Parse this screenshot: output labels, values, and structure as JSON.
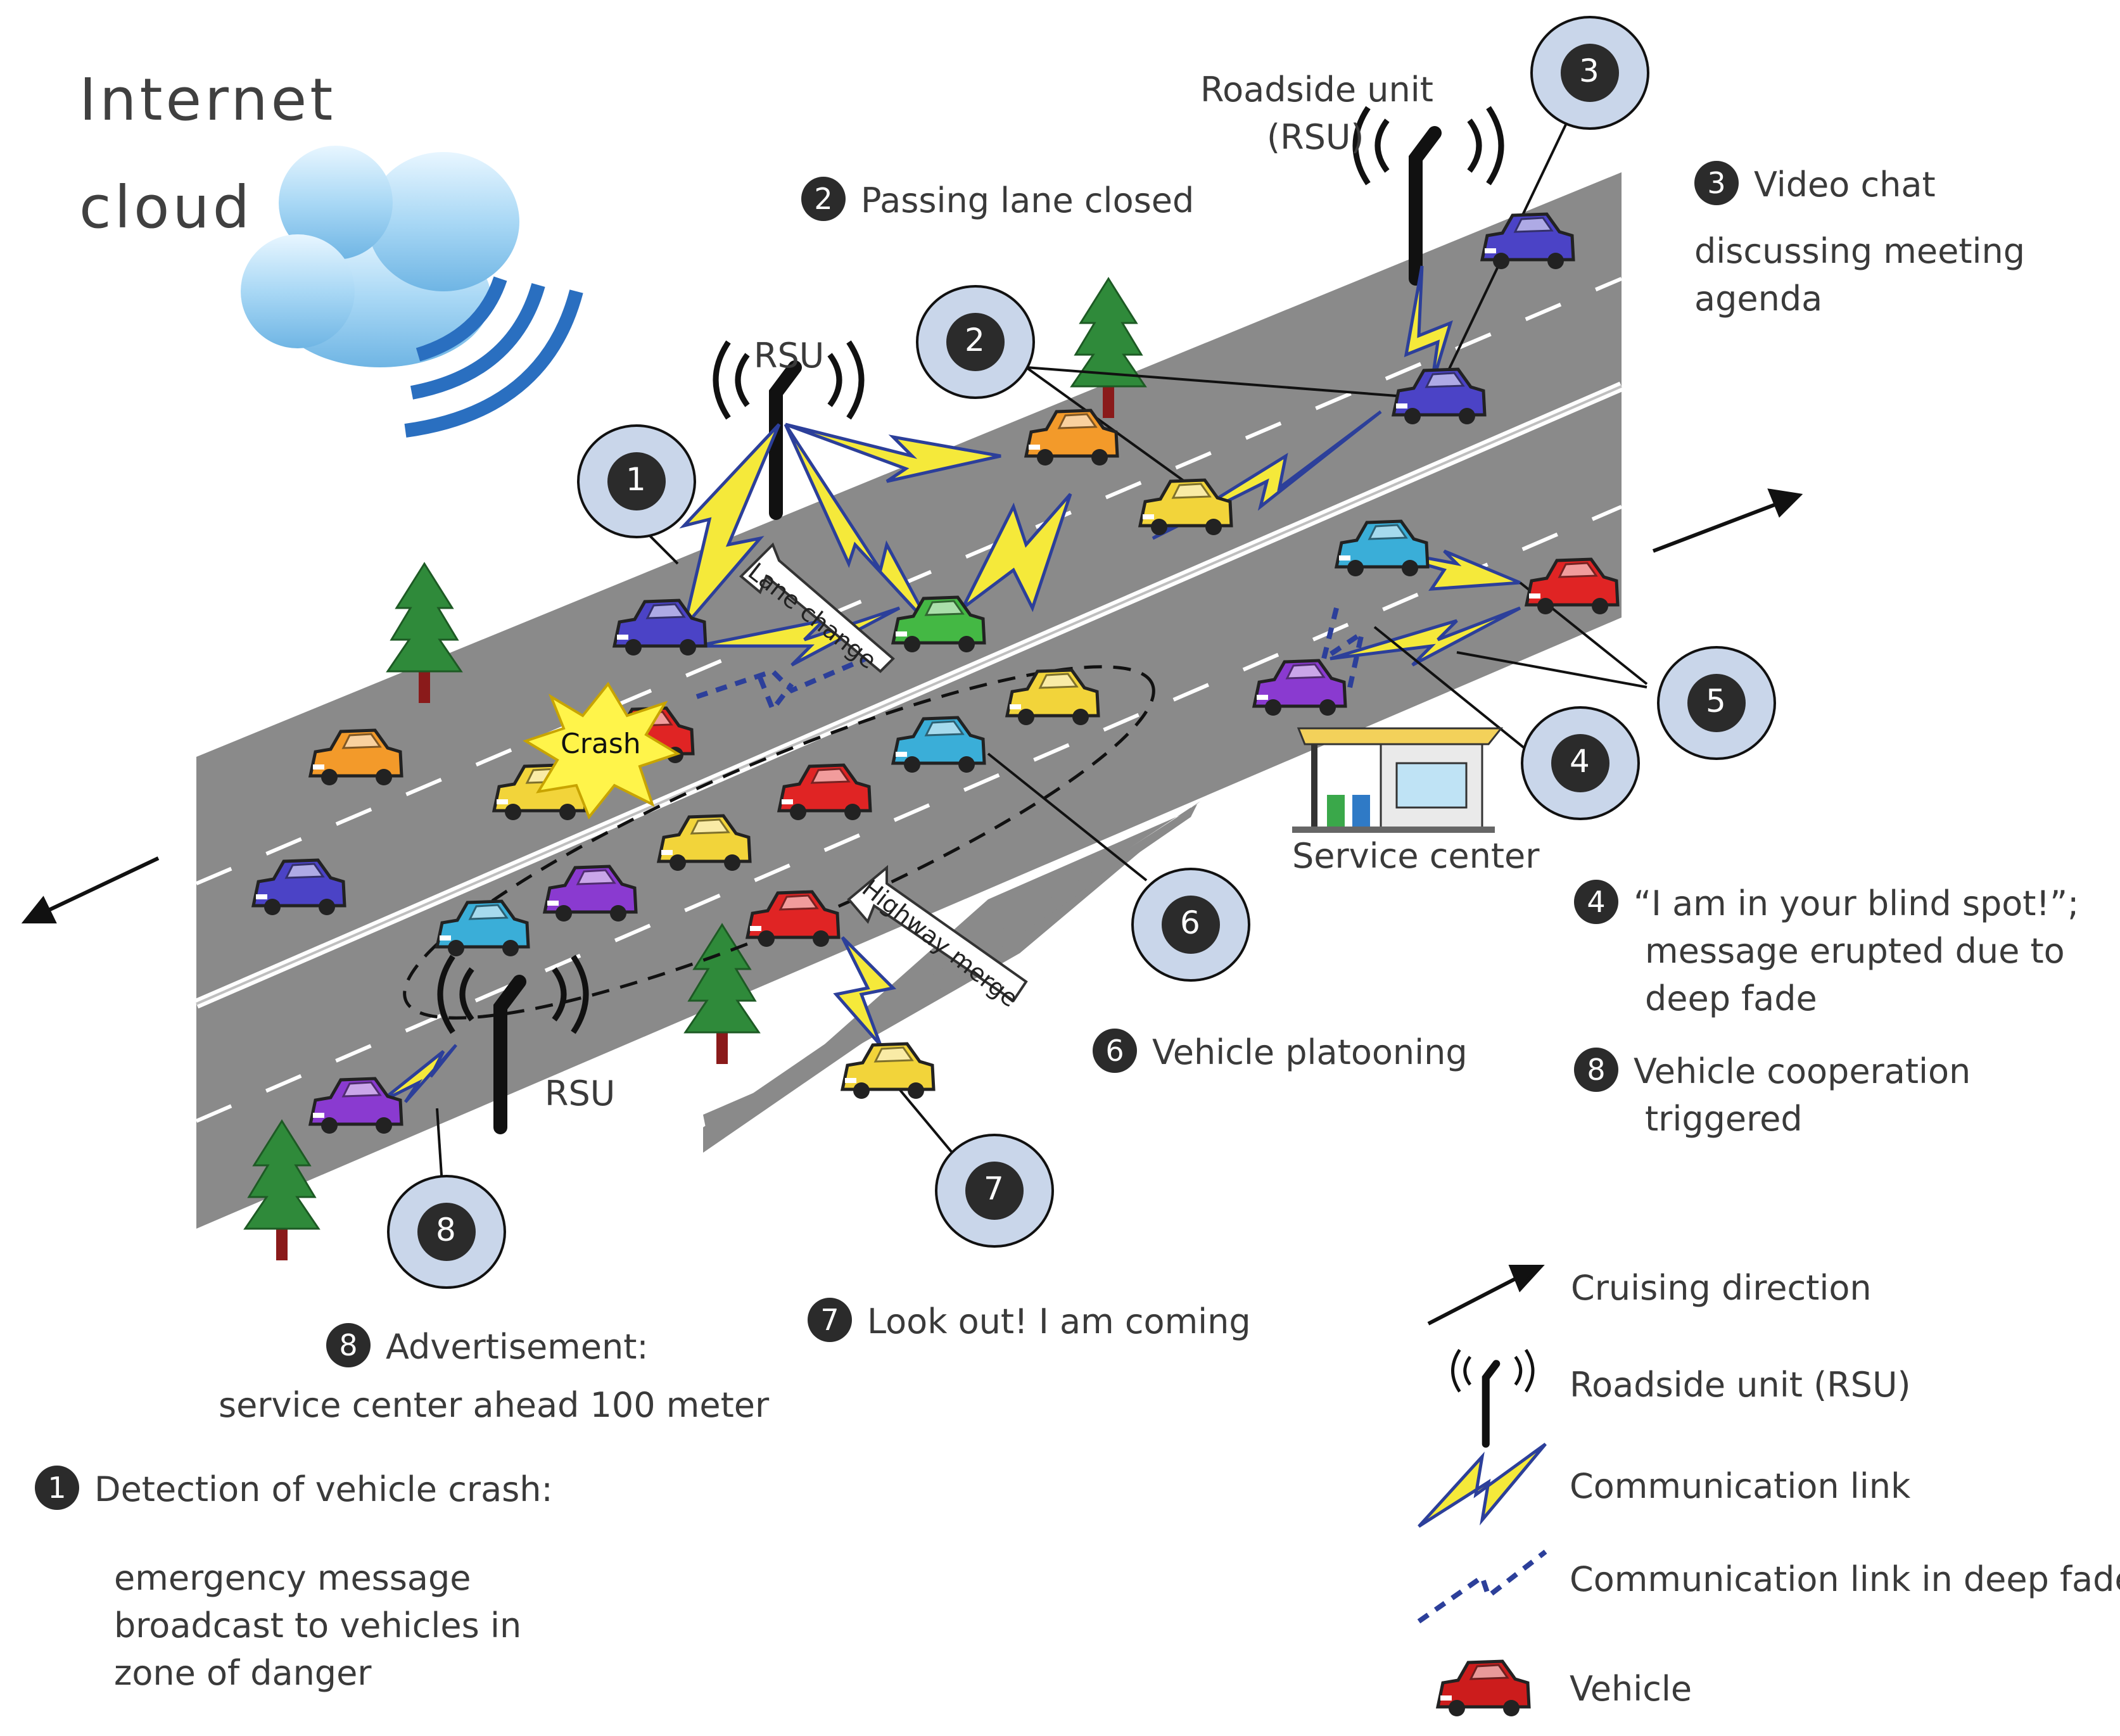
{
  "cloud": {
    "line1": "Internet",
    "line2": "cloud"
  },
  "rsu_labels": {
    "top": "Roadside unit",
    "top2": "(RSU)",
    "left": "RSU",
    "bottom": "RSU"
  },
  "road_labels": {
    "lane_change": "Lane change",
    "highway_merge": "Highway merge",
    "crash": "Crash",
    "service_center": "Service center"
  },
  "markers": [
    "1",
    "2",
    "3",
    "4",
    "5",
    "6",
    "7",
    "8"
  ],
  "scenarios": {
    "s1": {
      "num": "1",
      "title": "Detection of vehicle crash:",
      "body1": "emergency message",
      "body2": "broadcast to vehicles in",
      "body3": "zone of danger"
    },
    "s2": {
      "num": "2",
      "text": "Passing lane closed"
    },
    "s3": {
      "num": "3",
      "text1": "Video chat",
      "text2": "discussing meeting",
      "text3": "agenda"
    },
    "s4": {
      "num": "4",
      "text1": "“I am in your blind spot!”;",
      "text2": "message erupted due to",
      "text3": "deep fade"
    },
    "s6": {
      "num": "6",
      "text": "Vehicle platooning"
    },
    "s7": {
      "num": "7",
      "text": "Look out! I am coming"
    },
    "s8a": {
      "num": "8",
      "text1": "Advertisement:",
      "text2": "service center ahead 100 meter"
    },
    "s8b": {
      "num": "8",
      "text1": "Vehicle cooperation",
      "text2": "triggered"
    }
  },
  "legend": {
    "cruising": "Cruising direction",
    "rsu": "Roadside unit (RSU)",
    "link": "Communication link",
    "fade": "Communication link in deep fade",
    "vehicle": "Vehicle"
  },
  "colors": {
    "road": "#8a8a8a",
    "lightning": "#f5e93a",
    "link_outline": "#2c3f9a",
    "marker_fill": "#c9d6ea",
    "marker_dark": "#2b2b2b",
    "tree": "#2f8a3a",
    "trunk": "#8a1a1a",
    "cloud": "#8fc8ee"
  },
  "icons": [
    "cloud-icon",
    "rsu-antenna-icon",
    "tree-icon",
    "car-icon",
    "lightning-link-icon",
    "fade-link-icon",
    "arrow-icon",
    "gas-station-icon"
  ]
}
